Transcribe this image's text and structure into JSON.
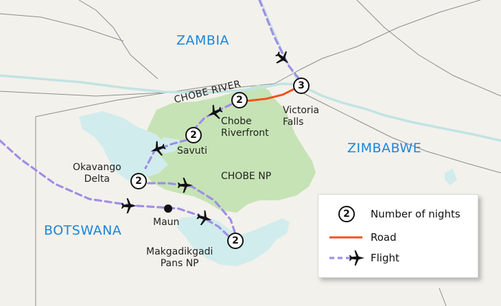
{
  "countries": {
    "zambia": "ZAMBIA",
    "zimbabwe": "ZIMBABWE",
    "botswana": "BOTSWANA"
  },
  "features": {
    "river": "CHOBE RIVER",
    "park": "CHOBE NP"
  },
  "places": {
    "victoria_falls_1": "Victoria",
    "victoria_falls_2": "Falls",
    "chobe_riverfront_1": "Chobe",
    "chobe_riverfront_2": "Riverfront",
    "savuti": "Savuti",
    "okavango_1": "Okavango",
    "okavango_2": "Delta",
    "maun": "Maun",
    "makgadikgadi_1": "Makgadikgadi",
    "makgadikgadi_2": "Pans NP"
  },
  "stops": {
    "victoria_falls": "3",
    "chobe_riverfront": "2",
    "savuti": "2",
    "okavango_delta": "2",
    "makgadikgadi": "2"
  },
  "legend": {
    "nights_symbol": "2",
    "nights_label": "Number of nights",
    "road_label": "Road",
    "flight_label": "Flight"
  },
  "colors": {
    "land": "#f3f1ec",
    "park": "#c6e3b5",
    "water": "#d1ecec",
    "road": "#f2521a",
    "flight": "#9f8ee6",
    "country_label": "#1a86d9",
    "border": "#8c8c8c"
  }
}
